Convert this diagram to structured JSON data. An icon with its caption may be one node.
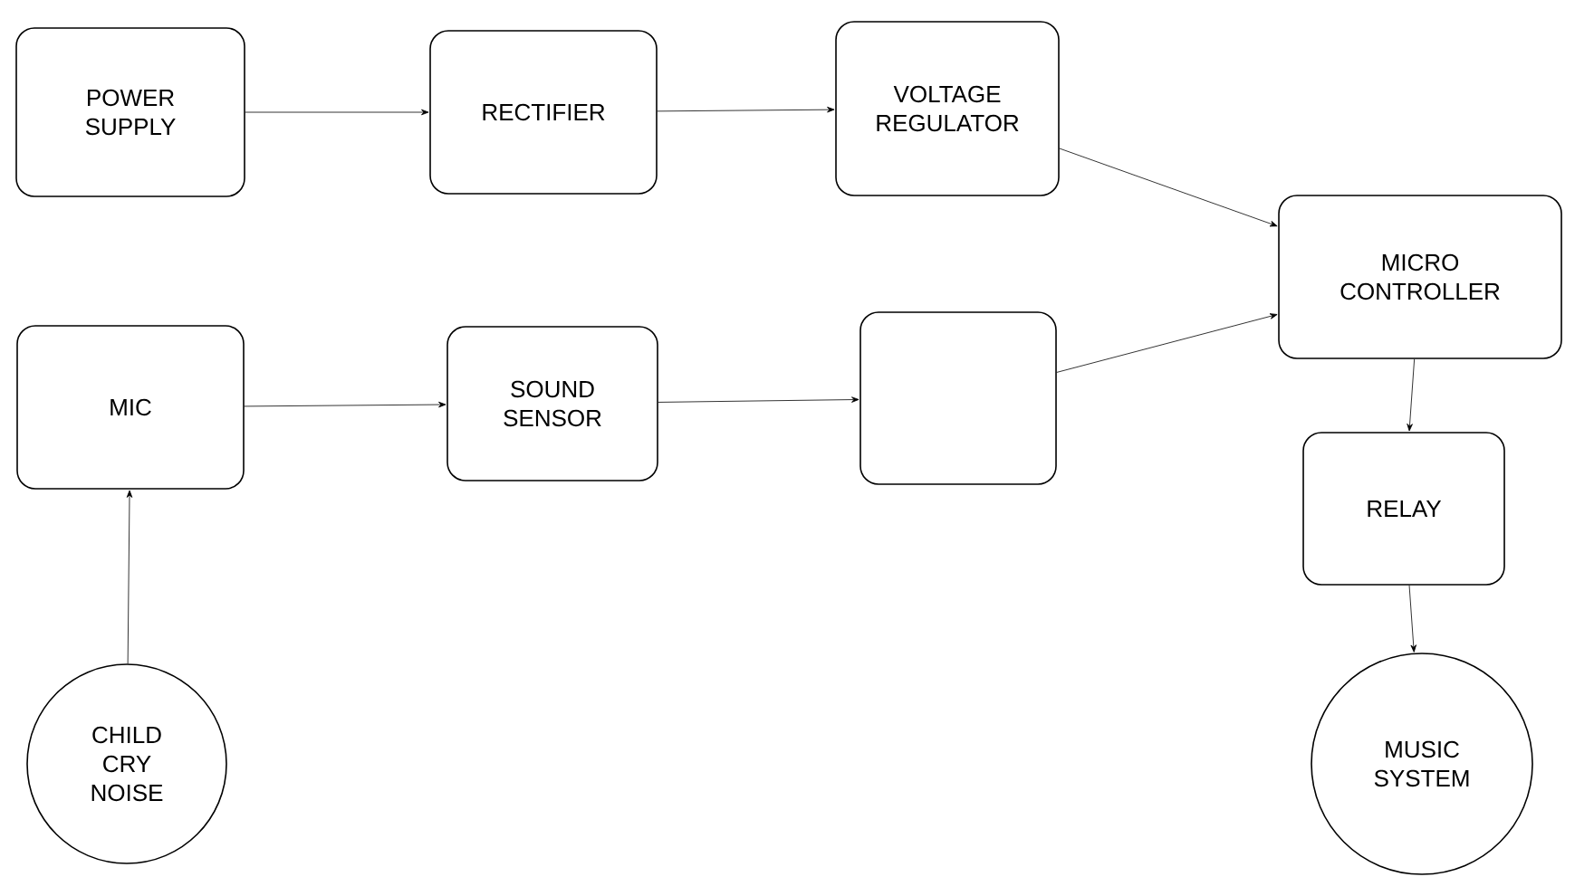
{
  "diagram": {
    "nodes": [
      {
        "text": [
          "POWER SUPPLY"
        ]
      },
      {
        "text": [
          "RECTIFIER"
        ]
      },
      {
        "text": [
          "VOLTAGE REGULATOR"
        ]
      },
      {
        "text": [
          "MICRO CONTROLLER"
        ]
      },
      {
        "text": [
          "MIC"
        ]
      },
      {
        "text": [
          "SOUND SENSOR"
        ]
      },
      {
        "text": [],
        "shape": "box"
      },
      {
        "text": [
          "RELAY"
        ]
      },
      {
        "text": [
          "CHILD CRY NOISE"
        ]
      },
      {
        "text": [
          "MUSIC SYSTEM"
        ]
      }
    ],
    "edges": [
      {
        "from": 0,
        "to": 1,
        "arrow": "to"
      },
      {
        "from": 1,
        "to": 2,
        "arrow": "to"
      },
      {
        "from": 2,
        "to": 3,
        "arrow": "to"
      },
      {
        "from": 4,
        "to": 5,
        "arrow": "to"
      },
      {
        "from": 5,
        "to": 6,
        "arrow": "to"
      },
      {
        "from": 6,
        "to": 3,
        "arrow": "to"
      },
      {
        "from": 8,
        "to": 4,
        "arrow": "to"
      },
      {
        "from": 3,
        "to": 7,
        "arrow": "to"
      },
      {
        "from": 7,
        "to": 9,
        "arrow": "to"
      }
    ]
  }
}
